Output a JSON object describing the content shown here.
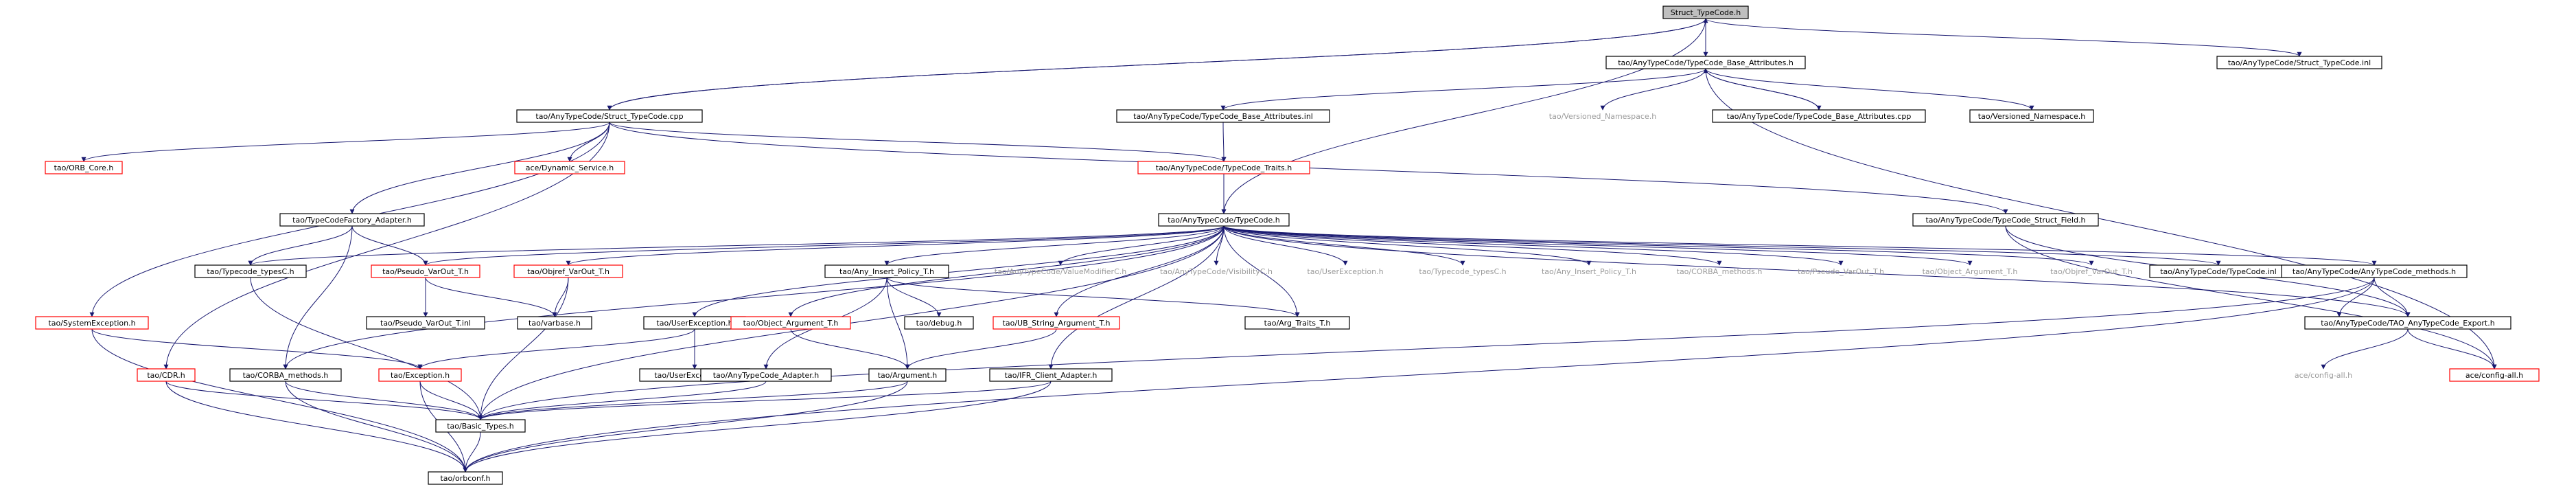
{
  "colors": {
    "background": "#ffffff",
    "edge": "#191970",
    "box_normal": "#000000",
    "box_incomplete": "#ff0000",
    "box_root_fill": "#bfbfbf",
    "box_fill": "#ffffff",
    "text_normal": "#000000",
    "text_ghost": "#9a9a9a"
  },
  "nodes": [
    {
      "id": "struct_tc_h",
      "label": "Struct_TypeCode.h",
      "style": "root"
    },
    {
      "id": "base_attr_h",
      "label": "tao/AnyTypeCode/TypeCode_Base_Attributes.h",
      "style": "normal"
    },
    {
      "id": "struct_tc_inl",
      "label": "tao/AnyTypeCode/Struct_TypeCode.inl",
      "style": "normal"
    },
    {
      "id": "struct_tc_cpp",
      "label": "tao/AnyTypeCode/Struct_TypeCode.cpp",
      "style": "normal"
    },
    {
      "id": "base_attr_inl",
      "label": "tao/AnyTypeCode/TypeCode_Base_Attributes.inl",
      "style": "normal"
    },
    {
      "id": "versioned_ns_ghost",
      "label": "tao/Versioned_Namespace.h",
      "style": "ghost"
    },
    {
      "id": "base_attr_cpp",
      "label": "tao/AnyTypeCode/TypeCode_Base_Attributes.cpp",
      "style": "normal"
    },
    {
      "id": "versioned_ns",
      "label": "tao/Versioned_Namespace.h",
      "style": "normal"
    },
    {
      "id": "orb_core",
      "label": "tao/ORB_Core.h",
      "style": "incomplete"
    },
    {
      "id": "dynamic_service",
      "label": "ace/Dynamic_Service.h",
      "style": "incomplete"
    },
    {
      "id": "typecode_traits",
      "label": "tao/AnyTypeCode/TypeCode_Traits.h",
      "style": "incomplete"
    },
    {
      "id": "tcf_adapter",
      "label": "tao/TypeCodeFactory_Adapter.h",
      "style": "normal"
    },
    {
      "id": "typecode_h",
      "label": "tao/AnyTypeCode/TypeCode.h",
      "style": "normal"
    },
    {
      "id": "struct_field",
      "label": "tao/AnyTypeCode/TypeCode_Struct_Field.h",
      "style": "normal"
    },
    {
      "id": "typecode_typesc_a",
      "label": "tao/Typecode_typesC.h",
      "style": "normal"
    },
    {
      "id": "pseudo_varout_red",
      "label": "tao/Pseudo_VarOut_T.h",
      "style": "incomplete"
    },
    {
      "id": "objref_varout_red",
      "label": "tao/Objref_VarOut_T.h",
      "style": "incomplete"
    },
    {
      "id": "any_insert_policy",
      "label": "tao/Any_Insert_Policy_T.h",
      "style": "normal"
    },
    {
      "id": "valuemodifierc",
      "label": "tao/AnyTypeCode/ValueModifierC.h",
      "style": "ghost"
    },
    {
      "id": "visibilityc",
      "label": "tao/AnyTypeCode/VisibilityC.h",
      "style": "ghost"
    },
    {
      "id": "userexception_ghost",
      "label": "tao/UserException.h",
      "style": "ghost"
    },
    {
      "id": "typecode_typesc_ghost",
      "label": "tao/Typecode_typesC.h",
      "style": "ghost"
    },
    {
      "id": "any_insert_policy_ghost",
      "label": "tao/Any_Insert_Policy_T.h",
      "style": "ghost"
    },
    {
      "id": "corba_methods_ghost",
      "label": "tao/CORBA_methods.h",
      "style": "ghost"
    },
    {
      "id": "pseudo_varout_ghost",
      "label": "tao/Pseudo_VarOut_T.h",
      "style": "ghost"
    },
    {
      "id": "object_argument_ghost",
      "label": "tao/Object_Argument_T.h",
      "style": "ghost"
    },
    {
      "id": "objref_varout_ghost",
      "label": "tao/Objref_VarOut_T.h",
      "style": "ghost"
    },
    {
      "id": "typecode_inl",
      "label": "tao/AnyTypeCode/TypeCode.inl",
      "style": "normal"
    },
    {
      "id": "anytc_methods",
      "label": "tao/AnyTypeCode/AnyTypeCode_methods.h",
      "style": "normal"
    },
    {
      "id": "pseudo_varout_inl",
      "label": "tao/Pseudo_VarOut_T.inl",
      "style": "normal"
    },
    {
      "id": "varbase",
      "label": "tao/varbase.h",
      "style": "normal"
    },
    {
      "id": "userexception_h",
      "label": "tao/UserException.h",
      "style": "normal"
    },
    {
      "id": "object_argument_red",
      "label": "tao/Object_Argument_T.h",
      "style": "incomplete"
    },
    {
      "id": "debug_h",
      "label": "tao/debug.h",
      "style": "normal"
    },
    {
      "id": "ub_string_argument",
      "label": "tao/UB_String_Argument_T.h",
      "style": "incomplete"
    },
    {
      "id": "arg_traits",
      "label": "tao/Arg_Traits_T.h",
      "style": "normal"
    },
    {
      "id": "basic_types_ghost",
      "label": "tao/Basic_Types.h",
      "style": "ghost"
    },
    {
      "id": "anytc_export",
      "label": "tao/AnyTypeCode/TAO_AnyTypeCode_Export.h",
      "style": "normal"
    },
    {
      "id": "system_exception",
      "label": "tao/SystemException.h",
      "style": "incomplete"
    },
    {
      "id": "cdr_h",
      "label": "tao/CDR.h",
      "style": "incomplete"
    },
    {
      "id": "corba_methods",
      "label": "tao/CORBA_methods.h",
      "style": "normal"
    },
    {
      "id": "exception_h",
      "label": "tao/Exception.h",
      "style": "incomplete"
    },
    {
      "id": "userexception_inl",
      "label": "tao/UserException.inl",
      "style": "normal"
    },
    {
      "id": "anytc_adapter",
      "label": "tao/AnyTypeCode_Adapter.h",
      "style": "normal"
    },
    {
      "id": "argument_h",
      "label": "tao/Argument.h",
      "style": "normal"
    },
    {
      "id": "ifr_client_adapter",
      "label": "tao/IFR_Client_Adapter.h",
      "style": "normal"
    },
    {
      "id": "ace_config_all_ghost",
      "label": "ace/config-all.h",
      "style": "ghost"
    },
    {
      "id": "ace_config_all",
      "label": "ace/config-all.h",
      "style": "incomplete"
    },
    {
      "id": "basic_types",
      "label": "tao/Basic_Types.h",
      "style": "normal"
    },
    {
      "id": "orbconf",
      "label": "tao/orbconf.h",
      "style": "normal"
    }
  ],
  "edges": [
    [
      "struct_tc_h",
      "base_attr_h"
    ],
    [
      "struct_tc_h",
      "struct_tc_inl"
    ],
    [
      "struct_tc_h",
      "struct_tc_cpp"
    ],
    [
      "struct_tc_h",
      "typecode_h"
    ],
    [
      "struct_tc_cpp",
      "struct_tc_h"
    ],
    [
      "base_attr_h",
      "base_attr_inl"
    ],
    [
      "base_attr_h",
      "versioned_ns_ghost"
    ],
    [
      "base_attr_h",
      "base_attr_cpp"
    ],
    [
      "base_attr_h",
      "versioned_ns"
    ],
    [
      "base_attr_h",
      "ace_config_all"
    ],
    [
      "base_attr_cpp",
      "base_attr_h"
    ],
    [
      "base_attr_inl",
      "typecode_traits"
    ],
    [
      "struct_tc_cpp",
      "orb_core"
    ],
    [
      "struct_tc_cpp",
      "dynamic_service"
    ],
    [
      "struct_tc_cpp",
      "typecode_traits"
    ],
    [
      "struct_tc_cpp",
      "tcf_adapter"
    ],
    [
      "struct_tc_cpp",
      "struct_field"
    ],
    [
      "struct_tc_cpp",
      "system_exception"
    ],
    [
      "struct_tc_cpp",
      "cdr_h"
    ],
    [
      "typecode_traits",
      "typecode_h"
    ],
    [
      "tcf_adapter",
      "pseudo_varout_red"
    ],
    [
      "tcf_adapter",
      "typecode_typesc_a"
    ],
    [
      "tcf_adapter",
      "corba_methods"
    ],
    [
      "struct_field",
      "anytc_export"
    ],
    [
      "struct_field",
      "ace_config_all"
    ],
    [
      "typecode_h",
      "typecode_typesc_a"
    ],
    [
      "typecode_h",
      "pseudo_varout_red"
    ],
    [
      "typecode_h",
      "objref_varout_red"
    ],
    [
      "typecode_h",
      "any_insert_policy"
    ],
    [
      "typecode_h",
      "valuemodifierc"
    ],
    [
      "typecode_h",
      "visibilityc"
    ],
    [
      "typecode_h",
      "userexception_ghost"
    ],
    [
      "typecode_h",
      "typecode_typesc_ghost"
    ],
    [
      "typecode_h",
      "any_insert_policy_ghost"
    ],
    [
      "typecode_h",
      "corba_methods_ghost"
    ],
    [
      "typecode_h",
      "pseudo_varout_ghost"
    ],
    [
      "typecode_h",
      "object_argument_ghost"
    ],
    [
      "typecode_h",
      "objref_varout_ghost"
    ],
    [
      "typecode_h",
      "typecode_inl"
    ],
    [
      "typecode_h",
      "anytc_methods"
    ],
    [
      "typecode_h",
      "userexception_h"
    ],
    [
      "typecode_h",
      "object_argument_red"
    ],
    [
      "typecode_h",
      "ub_string_argument"
    ],
    [
      "typecode_h",
      "arg_traits"
    ],
    [
      "typecode_h",
      "corba_methods"
    ],
    [
      "typecode_h",
      "basic_types"
    ],
    [
      "typecode_h",
      "anytc_export"
    ],
    [
      "typecode_h",
      "ifr_client_adapter"
    ],
    [
      "pseudo_varout_red",
      "pseudo_varout_inl"
    ],
    [
      "pseudo_varout_red",
      "varbase"
    ],
    [
      "objref_varout_red",
      "varbase"
    ],
    [
      "objref_varout_red",
      "basic_types"
    ],
    [
      "typecode_typesc_a",
      "basic_types"
    ],
    [
      "any_insert_policy",
      "debug_h"
    ],
    [
      "any_insert_policy",
      "arg_traits"
    ],
    [
      "any_insert_policy",
      "anytc_adapter"
    ],
    [
      "any_insert_policy",
      "argument_h"
    ],
    [
      "object_argument_red",
      "argument_h"
    ],
    [
      "ub_string_argument",
      "argument_h"
    ],
    [
      "userexception_h",
      "exception_h"
    ],
    [
      "userexception_h",
      "userexception_inl"
    ],
    [
      "anytc_methods",
      "basic_types_ghost"
    ],
    [
      "anytc_methods",
      "anytc_export"
    ],
    [
      "anytc_methods",
      "basic_types"
    ],
    [
      "anytc_methods",
      "orbconf"
    ],
    [
      "anytc_export",
      "ace_config_all_ghost"
    ],
    [
      "anytc_export",
      "ace_config_all"
    ],
    [
      "system_exception",
      "exception_h"
    ],
    [
      "system_exception",
      "orbconf"
    ],
    [
      "cdr_h",
      "basic_types"
    ],
    [
      "cdr_h",
      "orbconf"
    ],
    [
      "corba_methods",
      "basic_types"
    ],
    [
      "corba_methods",
      "orbconf"
    ],
    [
      "exception_h",
      "basic_types"
    ],
    [
      "exception_h",
      "orbconf"
    ],
    [
      "anytc_adapter",
      "basic_types"
    ],
    [
      "argument_h",
      "basic_types"
    ],
    [
      "argument_h",
      "orbconf"
    ],
    [
      "ifr_client_adapter",
      "basic_types"
    ],
    [
      "ifr_client_adapter",
      "orbconf"
    ],
    [
      "basic_types",
      "orbconf"
    ]
  ]
}
